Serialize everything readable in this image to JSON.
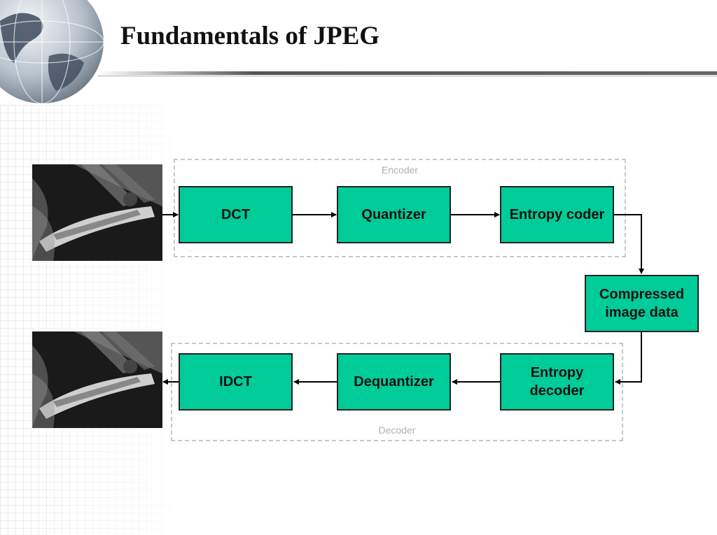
{
  "slide": {
    "title": "Fundamentals of JPEG"
  },
  "encoder": {
    "label": "Encoder",
    "blocks": [
      "DCT",
      "Quantizer",
      "Entropy coder"
    ]
  },
  "decoder": {
    "label": "Decoder",
    "blocks": [
      "IDCT",
      "Dequantizer",
      "Entropy decoder"
    ]
  },
  "compressed": {
    "label": "Compressed image data"
  },
  "colors": {
    "block_fill": "#00cc99",
    "block_border": "#222222",
    "group_border": "#c8c8c8",
    "group_label": "#b0b0b0"
  },
  "images": {
    "input": "sailboat-photo",
    "output": "sailboat-photo"
  }
}
